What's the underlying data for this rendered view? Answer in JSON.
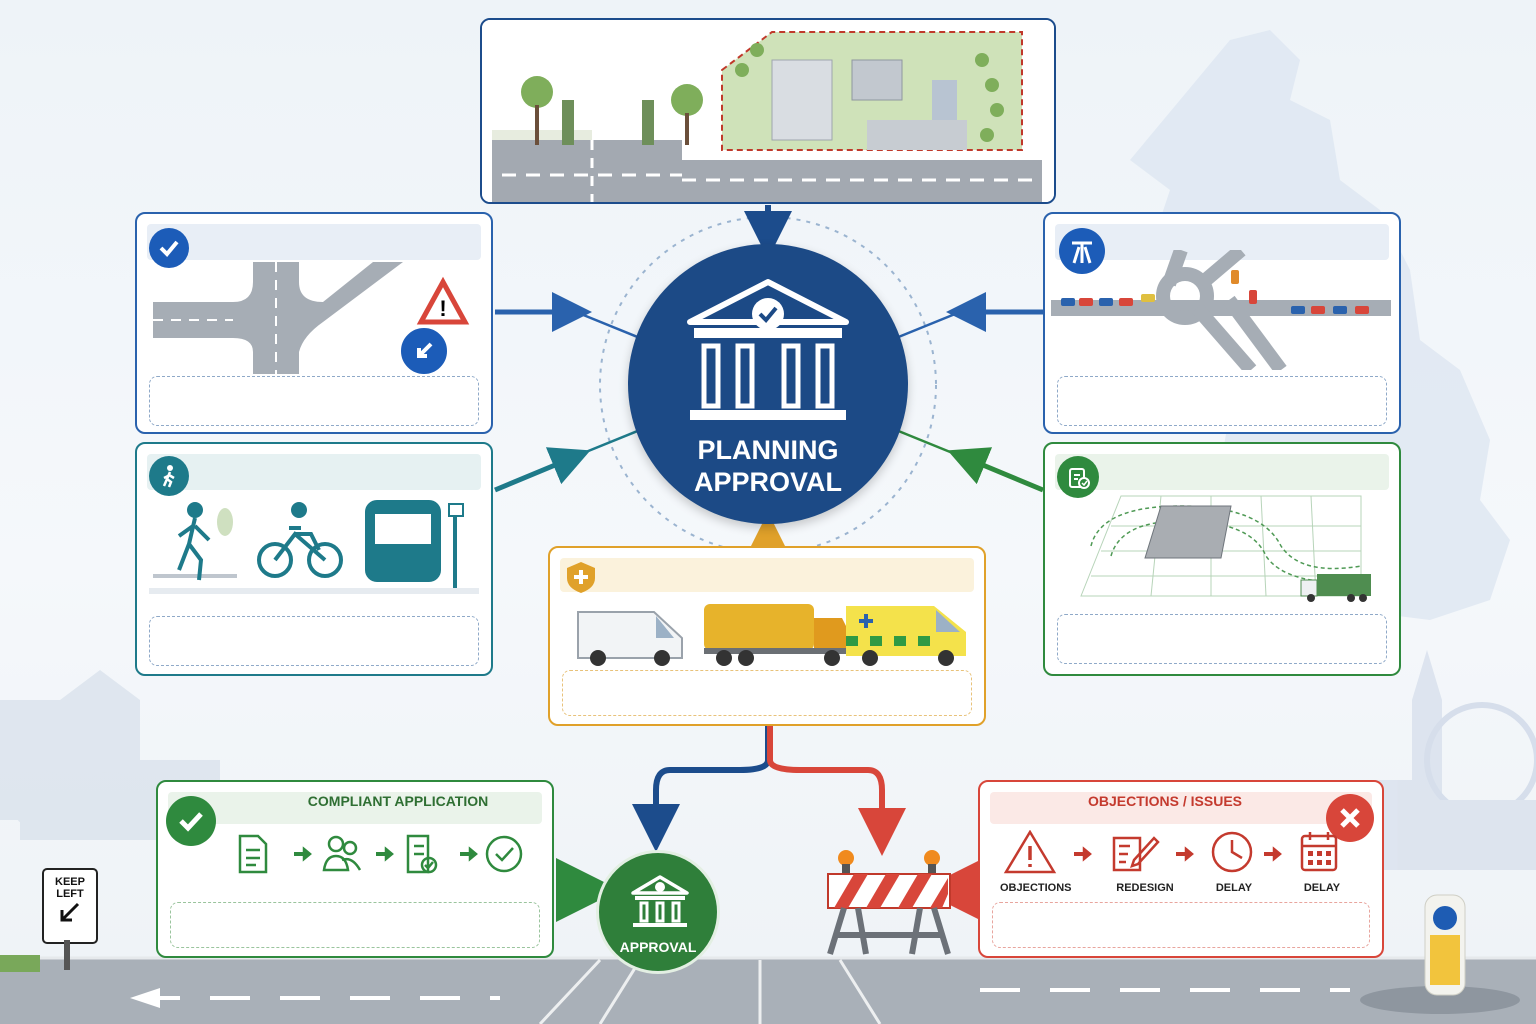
{
  "center": {
    "line1": "PLANNING",
    "line2": "APPROVAL"
  },
  "approval_node": {
    "label": "APPROVAL"
  },
  "compliant": {
    "title": "COMPLIANT APPLICATION"
  },
  "objections": {
    "title": "OBJECTIONS / ISSUES",
    "steps": [
      "OBJECTIONS",
      "REDESIGN",
      "DELAY",
      "DELAY"
    ]
  },
  "sign": {
    "line1": "KEEP",
    "line2": "LEFT"
  },
  "colors": {
    "navy": "#1c4c8c",
    "blue": "#2a62ad",
    "teal": "#1e7a8a",
    "green": "#2f8a3e",
    "amber": "#e0a12a",
    "red": "#d8463a"
  }
}
